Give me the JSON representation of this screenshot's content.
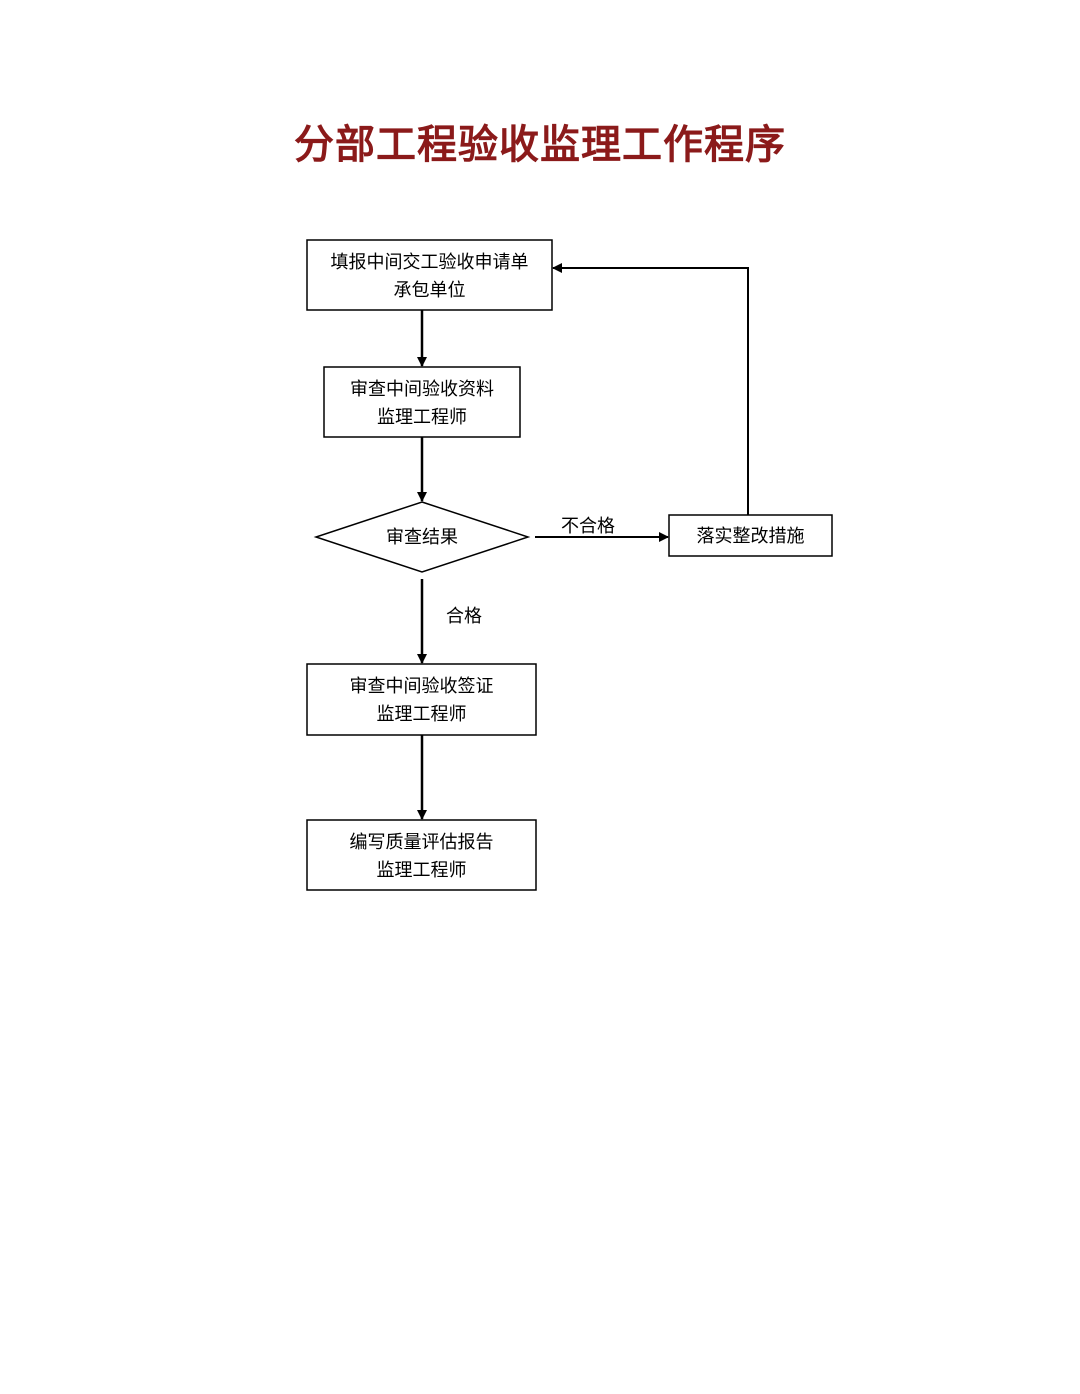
{
  "title": {
    "text": "分部工程验收监理工作程序",
    "color": "#8b1a1a"
  },
  "nodes": {
    "fill_application": {
      "line1": "填报中间交工验收申请单",
      "line2": "承包单位"
    },
    "review_documents": {
      "line1": "审查中间验收资料",
      "line2": "监理工程师"
    },
    "review_result": {
      "line1": "审查结果"
    },
    "rectification": {
      "line1": "落实整改措施"
    },
    "review_signoff": {
      "line1": "审查中间验收签证",
      "line2": "监理工程师"
    },
    "quality_report": {
      "line1": "编写质量评估报告",
      "line2": "监理工程师"
    }
  },
  "edges": {
    "fail_label": "不合格",
    "pass_label": "合格"
  },
  "colors": {
    "line": "#000000",
    "box_fill": "#ffffff"
  }
}
